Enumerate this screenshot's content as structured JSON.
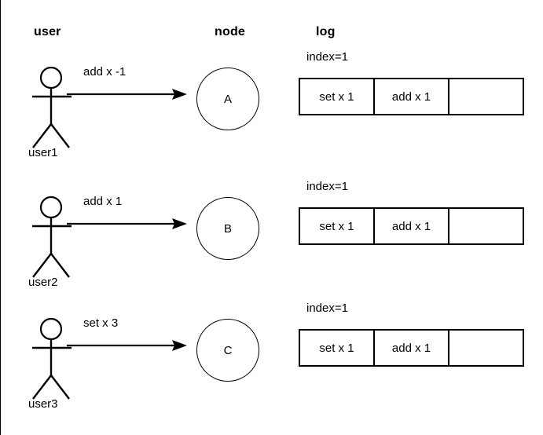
{
  "headers": {
    "user": "user",
    "node": "node",
    "log": "log"
  },
  "colors": {
    "stroke": "#000000",
    "background": "#ffffff"
  },
  "rows": [
    {
      "actor_label": "user1",
      "arrow_label": "add x -1",
      "node_label": "A",
      "log_index": "index=1",
      "log_cells": [
        "set x 1",
        "add x 1",
        ""
      ]
    },
    {
      "actor_label": "user2",
      "arrow_label": "add x 1",
      "node_label": "B",
      "log_index": "index=1",
      "log_cells": [
        "set x 1",
        "add x 1",
        ""
      ]
    },
    {
      "actor_label": "user3",
      "arrow_label": "set x 3",
      "node_label": "C",
      "log_index": "index=1",
      "log_cells": [
        "set x 1",
        "add x 1",
        ""
      ]
    }
  ]
}
